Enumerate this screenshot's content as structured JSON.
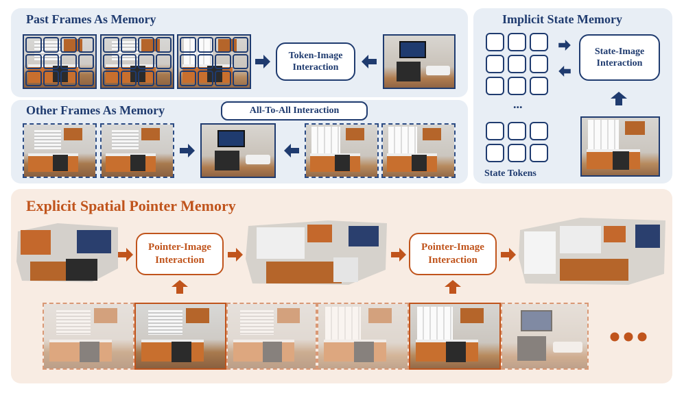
{
  "past_frames": {
    "title": "Past Frames As Memory",
    "interaction": "Token-Image Interaction"
  },
  "other_frames": {
    "title": "Other Frames As Memory",
    "interaction": "All-To-All Interaction"
  },
  "implicit_state": {
    "title": "Implicit State Memory",
    "interaction": "State-Image Interaction",
    "tokens_label": "State Tokens",
    "ellipsis": "..."
  },
  "explicit_spatial": {
    "title": "Explicit Spatial Pointer Memory",
    "interaction_1": "Pointer-Image Interaction",
    "interaction_2": "Pointer-Image Interaction"
  },
  "colors": {
    "blue": "#1f3b6f",
    "orange": "#c0541c",
    "blue_bg": "#e8eef5",
    "orange_bg": "#f8ece3"
  }
}
